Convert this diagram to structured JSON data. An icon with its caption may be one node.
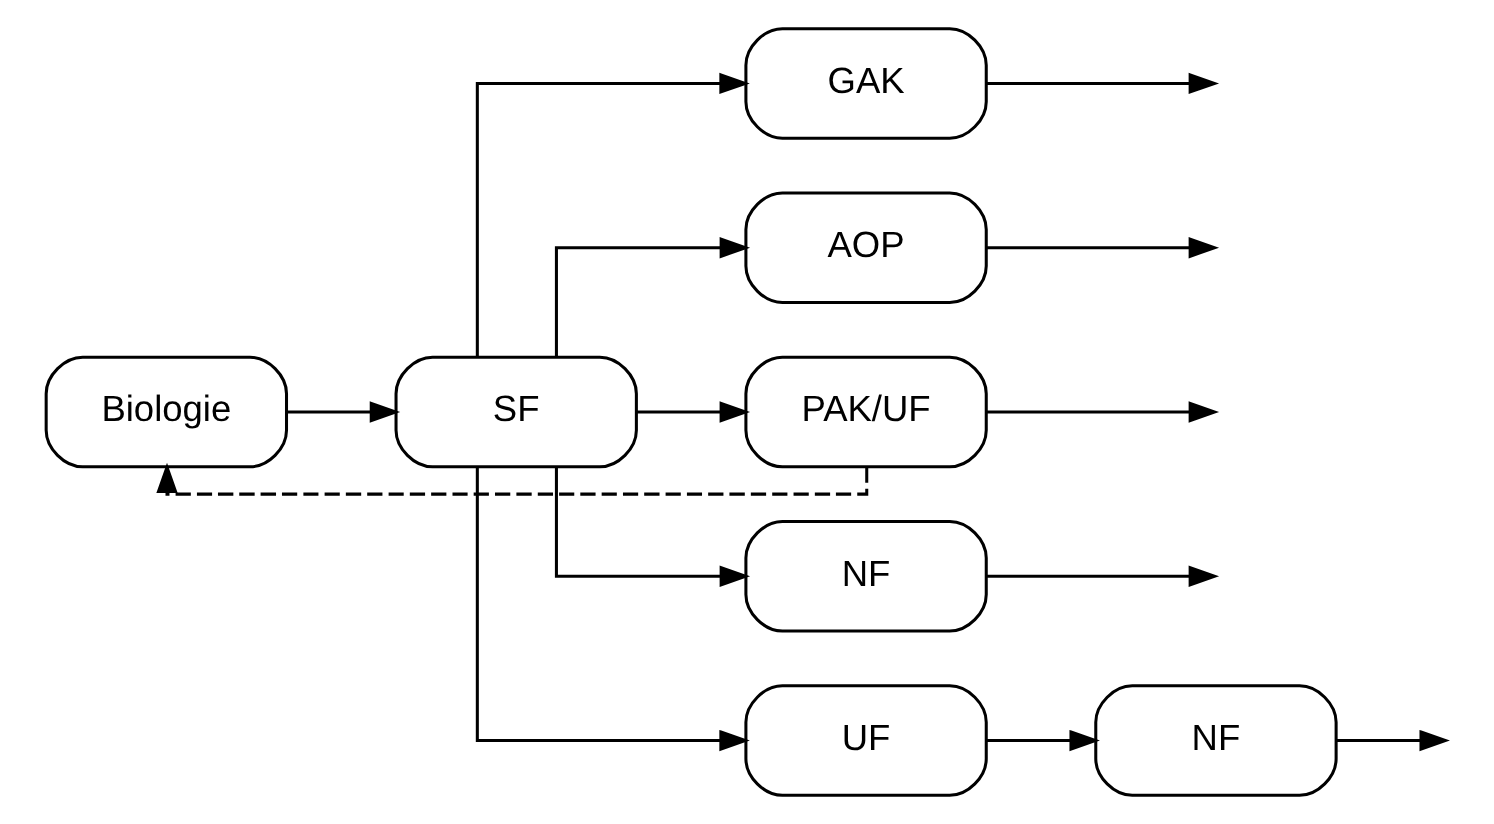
{
  "diagram": {
    "nodes": [
      {
        "text": [
          "Biologie"
        ]
      },
      {
        "text": [
          "SF"
        ]
      },
      {
        "text": [
          "GAK"
        ]
      },
      {
        "text": [
          "AOP"
        ]
      },
      {
        "text": [
          "PAK/UF"
        ]
      },
      {
        "text": [
          "NF"
        ]
      },
      {
        "text": [
          "UF"
        ]
      },
      {
        "text": [
          "NF"
        ]
      }
    ],
    "edges": [
      {
        "from": 0,
        "to": 1,
        "arrow": "to"
      },
      {
        "from": 1,
        "to": 2,
        "arrow": "to"
      },
      {
        "from": 1,
        "to": 3,
        "arrow": "to"
      },
      {
        "from": 1,
        "to": 4,
        "arrow": "to"
      },
      {
        "from": 1,
        "to": 5,
        "arrow": "to"
      },
      {
        "from": 1,
        "to": 6,
        "arrow": "to"
      },
      {
        "from": 4,
        "to": 0,
        "arrow": "to",
        "style": "dashed"
      },
      {
        "from": 2,
        "to": null,
        "arrow": "to"
      },
      {
        "from": 3,
        "to": null,
        "arrow": "to"
      },
      {
        "from": 4,
        "to": null,
        "arrow": "to"
      },
      {
        "from": 5,
        "to": null,
        "arrow": "to"
      },
      {
        "from": 6,
        "to": 7,
        "arrow": "to"
      },
      {
        "from": 7,
        "to": null,
        "arrow": "to"
      }
    ]
  }
}
